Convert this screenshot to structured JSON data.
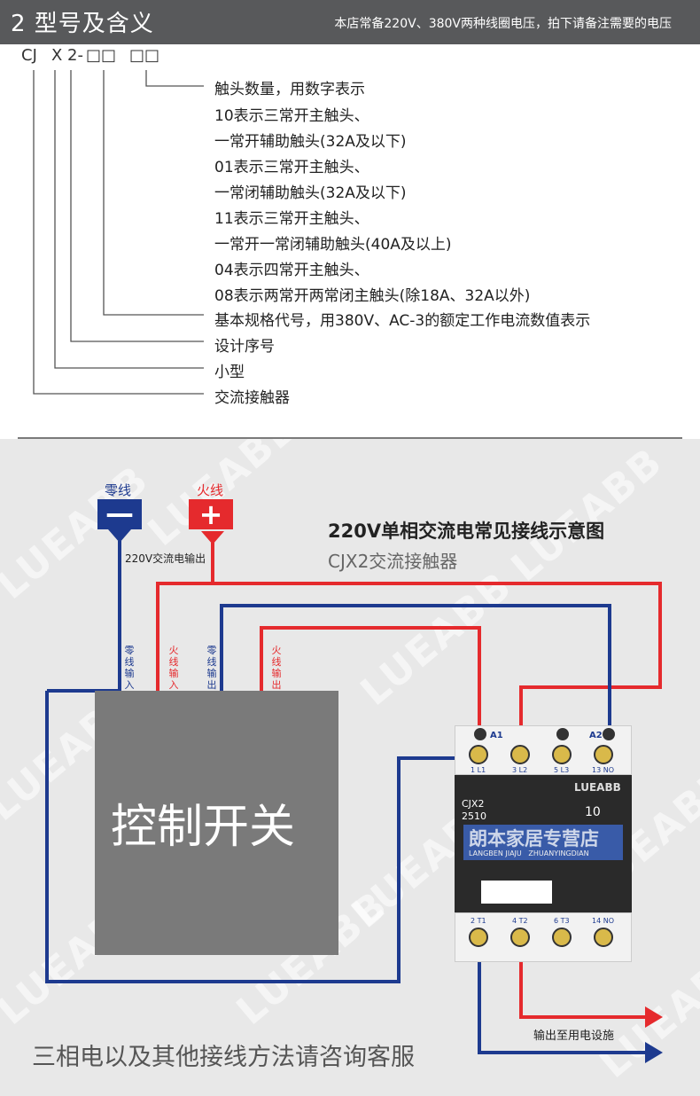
{
  "header": {
    "title": "2 型号及含义",
    "note": "本店常备220V、380V两种线圈电压，拍下请备注需要的电压"
  },
  "model_code": {
    "cj": "CJ",
    "x": "X",
    "two": "2-",
    "boxes1": "□□",
    "boxes2": "□□"
  },
  "meanings": [
    "触头数量，用数字表示",
    "10表示三常开主触头、",
    "一常开辅助触头(32A及以下)",
    "01表示三常开主触头、",
    "一常闭辅助触头(32A及以下)",
    "11表示三常开主触头、",
    "一常开一常闭辅助触头(40A及以上)",
    "04表示四常开主触头、",
    "08表示两常开两常闭主触头(除18A、32A以外)",
    "基本规格代号，用380V、AC-3的额定工作电流数值表示",
    "设计序号",
    "小型",
    "交流接触器"
  ],
  "diagram": {
    "title": "220V单相交流电常见接线示意图",
    "subtitle": "CJX2交流接触器",
    "neutral_label": "零线",
    "neutral_symbol": "—",
    "live_label": "火线",
    "live_symbol": "+",
    "ac_output": "220V交流电输出",
    "terminals": [
      "零线输入",
      "火线输入",
      "零线输出",
      "火线输出"
    ],
    "control_switch": "控制开关",
    "output_label": "输出至用电设施",
    "footer": "三相电以及其他接线方法请咨询客服",
    "watermark": "LUEABB",
    "colors": {
      "red": "#e52a2d",
      "blue": "#1d3a8f"
    }
  },
  "contactor": {
    "brand": "LUEABB",
    "model": "CJX2",
    "spec": "2510",
    "contacts": "10",
    "store_name": "朗本家居专营店",
    "store_pinyin": "LANGBEN JIAJU   ZHUANYINGDIAN",
    "top_labels": [
      "A1",
      "A2"
    ],
    "top_terminals": [
      "1 L1",
      "3 L2",
      "5 L3",
      "13 NO"
    ],
    "bottom_terminals": [
      "2 T1",
      "4 T2",
      "6 T3",
      "14 NO"
    ]
  }
}
